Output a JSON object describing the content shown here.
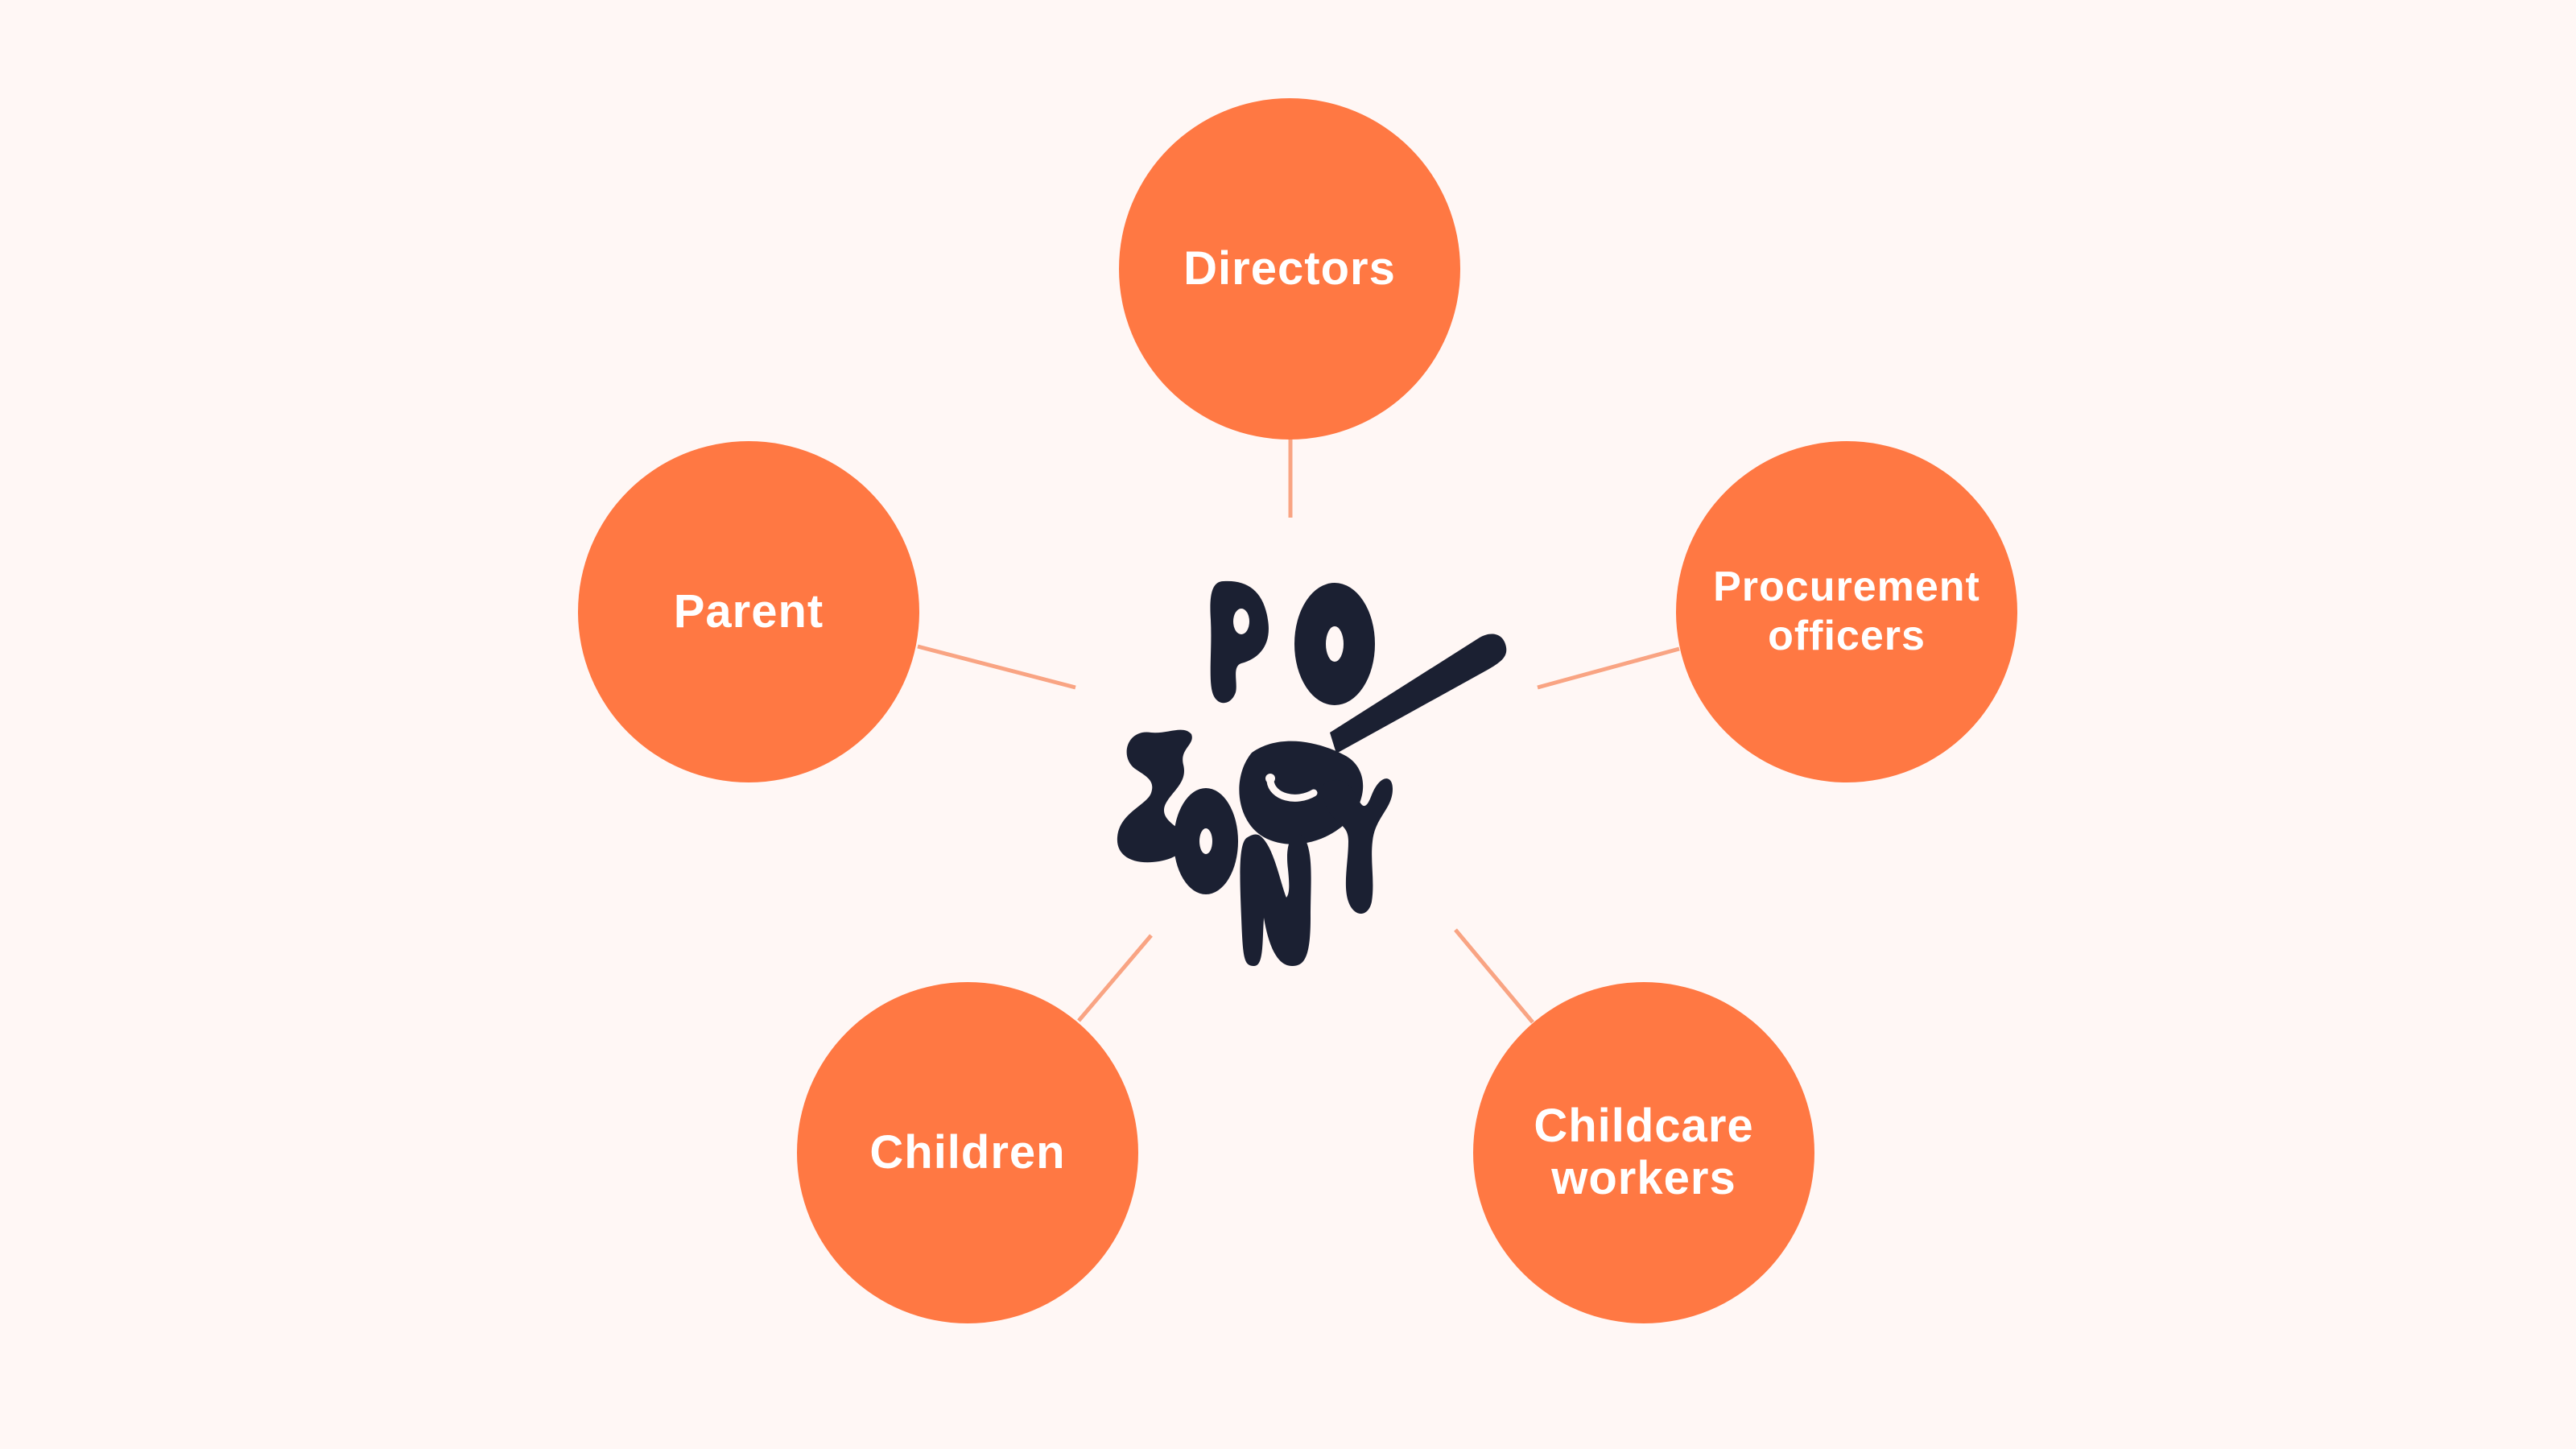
{
  "colors": {
    "background": "#FFF7F5",
    "node_fill": "#FF7843",
    "connector": "#F9A483",
    "logo_ink": "#1B2032",
    "label_text": "#FFFFFF"
  },
  "center": {
    "logo_letters": "SPOONY",
    "logo_icon": "spoon-icon"
  },
  "nodes": [
    {
      "id": "directors",
      "label": "Directors"
    },
    {
      "id": "parent",
      "label": "Parent"
    },
    {
      "id": "procurement",
      "label_line1": "Procurement",
      "label_line2": "officers"
    },
    {
      "id": "children",
      "label": "Children"
    },
    {
      "id": "childcare",
      "label_line1": "Childcare",
      "label_line2": "workers"
    }
  ]
}
